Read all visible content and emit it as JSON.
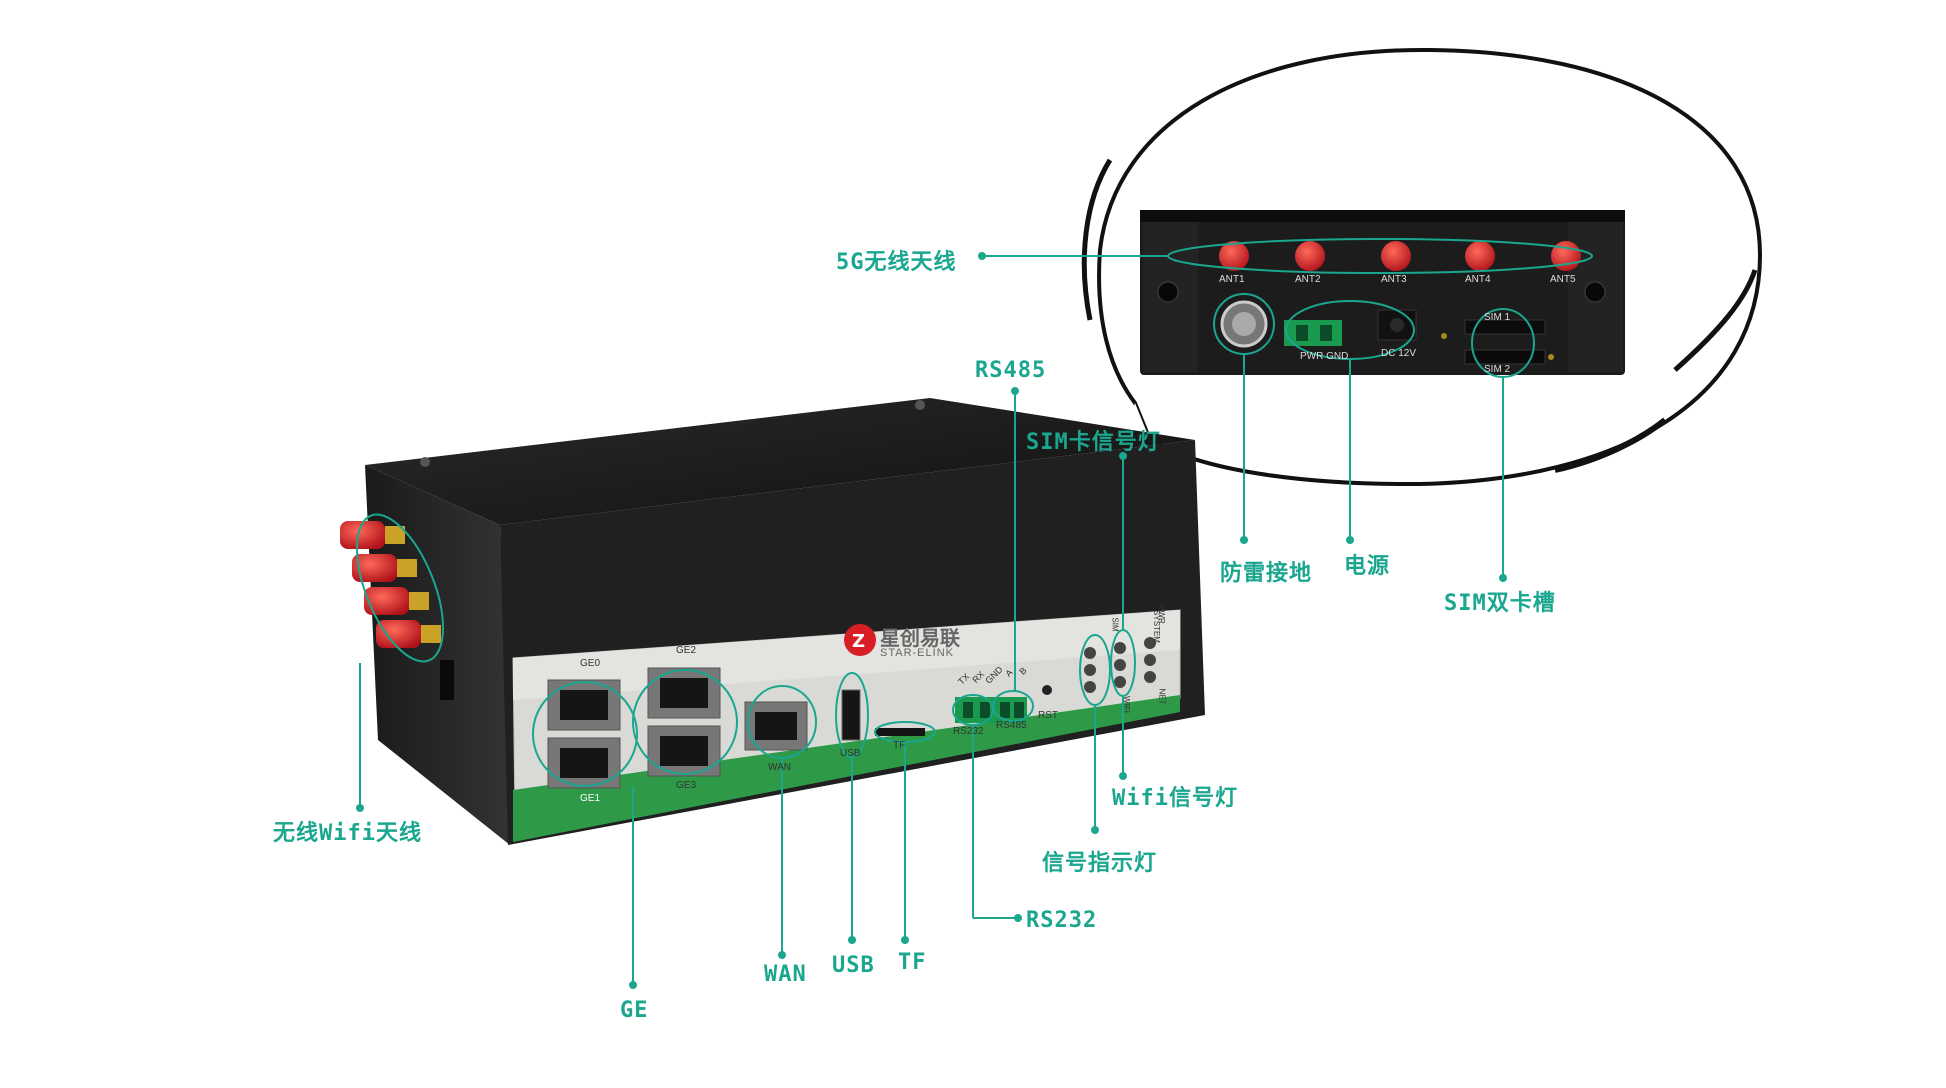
{
  "brand": {
    "name_cn": "星创易联",
    "name_en": "STAR-ELINK"
  },
  "callouts": {
    "antenna_5g": "5G无线天线",
    "rs485": "RS485",
    "sim_signal_light": "SIM卡信号灯",
    "lightning_ground": "防雷接地",
    "power": "电源",
    "dual_sim_slot": "SIM双卡槽",
    "wifi_antenna": "无线Wifi天线",
    "wifi_signal_light": "Wifi信号灯",
    "signal_indicator": "信号指示灯",
    "rs232": "RS232",
    "ge": "GE",
    "wan": "WAN",
    "usb": "USB",
    "tf": "TF"
  },
  "rear_panel": {
    "antennas": [
      "ANT1",
      "ANT2",
      "ANT3",
      "ANT4",
      "ANT5"
    ],
    "power_labels": {
      "pwr_gnd": "PWR GND",
      "dc": "DC 12V"
    },
    "sim_slots": [
      "SIM 1",
      "SIM 2"
    ]
  },
  "front_panel": {
    "ports": {
      "ge0": "GE0",
      "ge1": "GE1",
      "ge2": "GE2",
      "ge3": "GE3",
      "wan": "WAN",
      "usb": "USB",
      "tf": "TF",
      "rs232": "RS232",
      "rs485": "RS485",
      "rst": "RST"
    },
    "terminal_pins": [
      "TX",
      "RX",
      "GND",
      "A",
      "B"
    ],
    "leds": [
      "SIM",
      "SYSTEM",
      "PWR",
      "NET",
      "WIFI"
    ]
  },
  "colors": {
    "accent_teal": "#1aa68f",
    "body_black": "#1c1c1c",
    "panel_silver": "#d9dad6",
    "panel_green": "#2e9a48",
    "antenna_red": "#d81e24",
    "terminal_green": "#1a9a4e"
  }
}
